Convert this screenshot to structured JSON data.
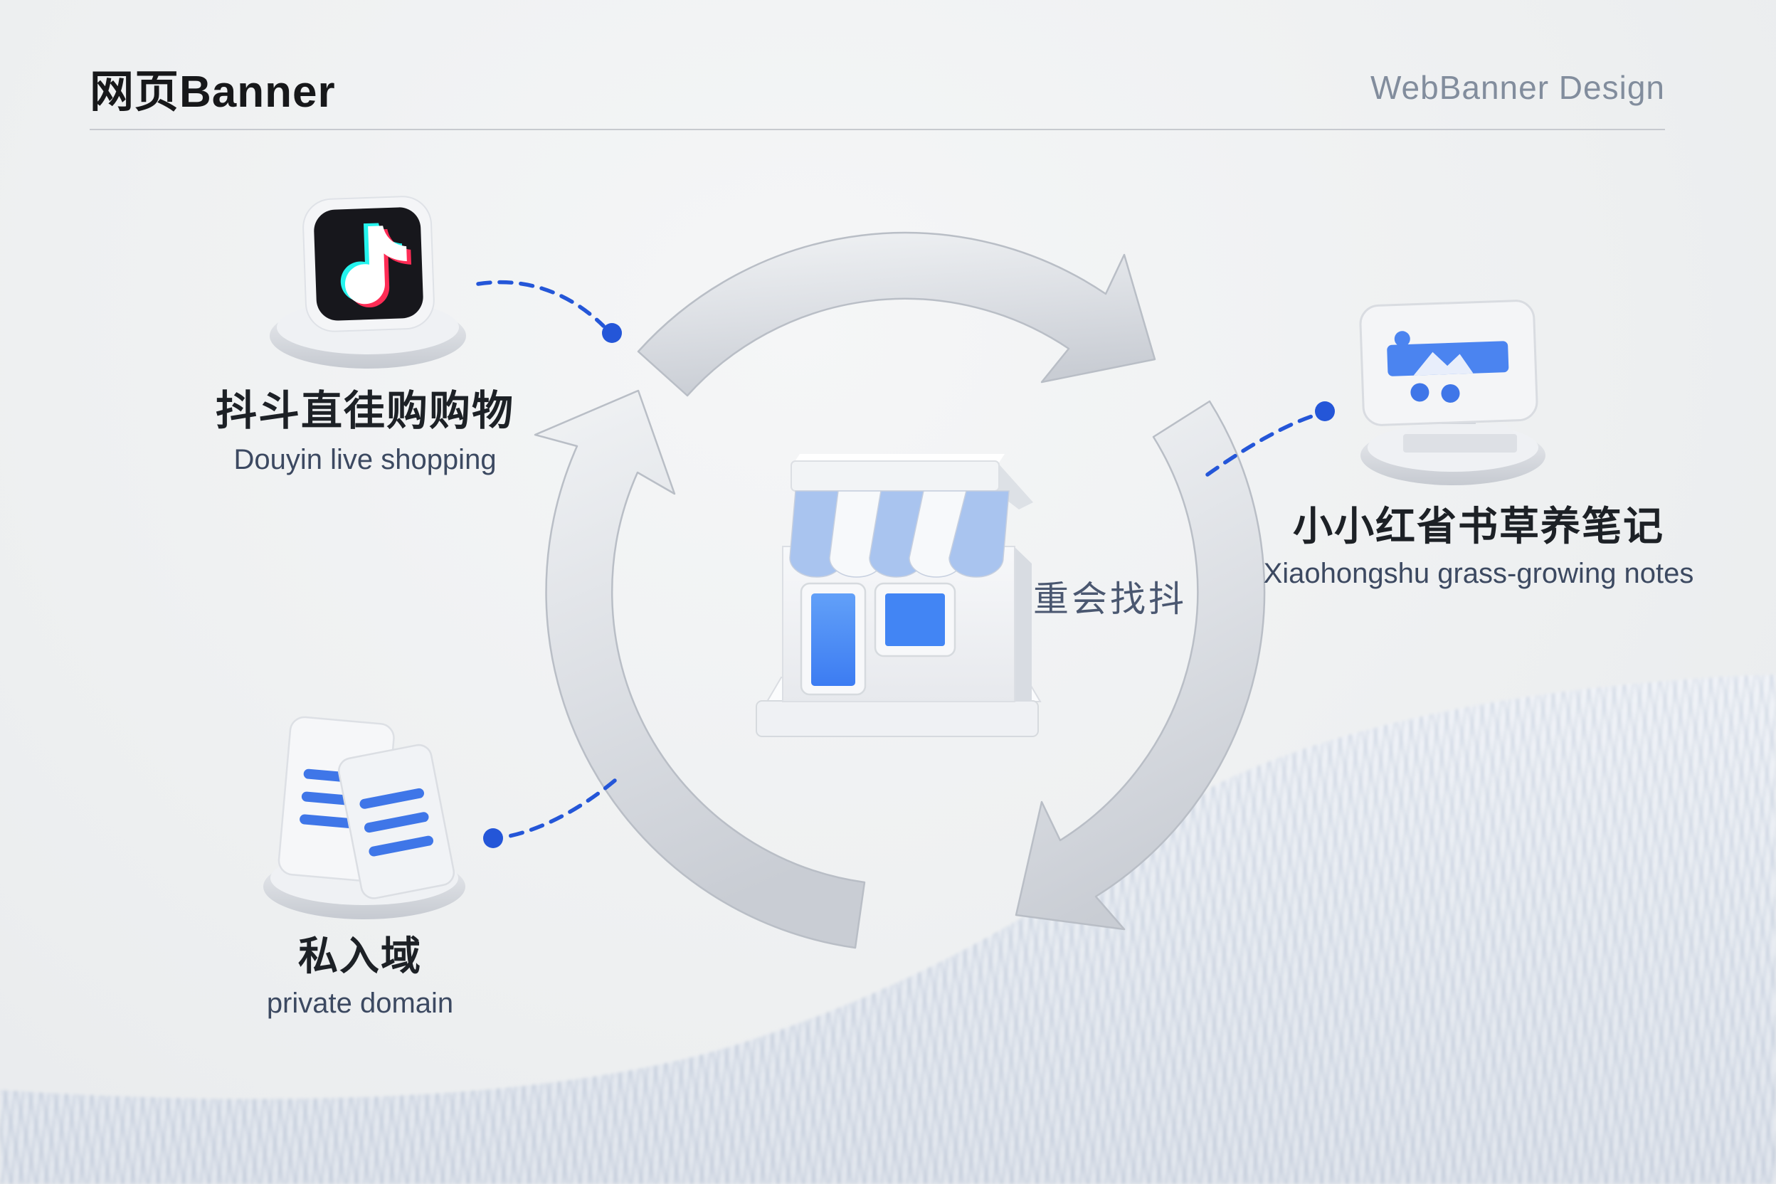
{
  "header": {
    "title": "网页Banner",
    "subtitle": "WebBanner Design"
  },
  "center": {
    "label": "重会找抖",
    "icon": "storefront-icon"
  },
  "nodes": {
    "douyin": {
      "title_zh": "抖斗直徍购购物",
      "subtitle_en": "Douyin live shopping",
      "icon": "douyin-tiktok-icon"
    },
    "xiaohongshu": {
      "title_zh": "小小红省书草养笔记",
      "subtitle_en": "Xiaohongshu grass-growing notes",
      "icon": "monitor-gallery-icon"
    },
    "private_domain": {
      "title_zh": "私入域",
      "subtitle_en": "private domain",
      "icon": "documents-icon"
    }
  },
  "diagram": {
    "type": "cycle",
    "cycle_arrow_count": 3,
    "connector_style": "dashed-curve-with-dot",
    "background_texture": "white-fur-grass-hill"
  },
  "colors": {
    "accent_blue": "#2456d8",
    "icon_blue": "#4285f4",
    "awning_blue": "#a9c4ef",
    "tiktok_cyan": "#25f4ee",
    "tiktok_red": "#fe2c55",
    "arrow_gray": "#d9dce1",
    "text_dark": "#1d2126",
    "text_slate": "#3c4961",
    "subtitle_gray": "#828d9d"
  }
}
